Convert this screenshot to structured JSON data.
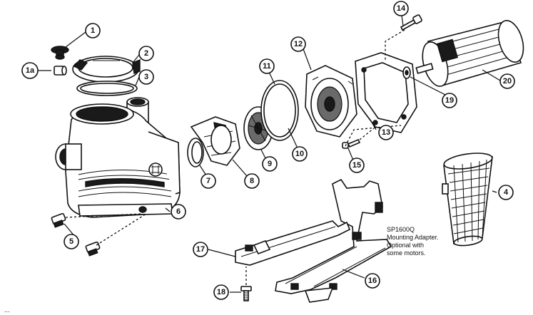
{
  "callouts": {
    "c1": "1",
    "c1a": "1a",
    "c2": "2",
    "c3": "3",
    "c4": "4",
    "c5": "5",
    "c6": "6",
    "c7": "7",
    "c8": "8",
    "c9": "9",
    "c10": "10",
    "c11": "11",
    "c12": "12",
    "c13": "13",
    "c14": "14",
    "c15": "15",
    "c16": "16",
    "c17": "17",
    "c18": "18",
    "c19": "19",
    "c20": "20"
  },
  "note": {
    "line1": "SP1600Q",
    "line2": "Mounting Adapter.",
    "line3": "Optional with",
    "line4": "some motors."
  },
  "corner_label": "..."
}
